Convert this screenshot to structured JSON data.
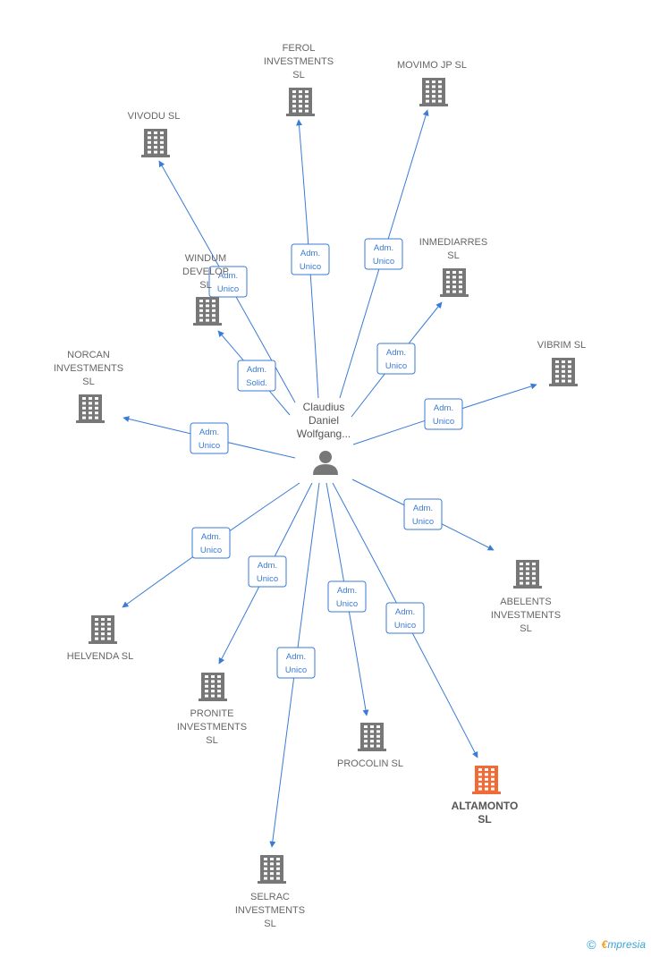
{
  "center": {
    "lines": [
      "Claudius",
      "Daniel",
      "Wolfgang..."
    ],
    "icon": "person-icon",
    "color": "#777777"
  },
  "nodes": [
    {
      "id": "ferol",
      "lines": [
        "FEROL",
        "INVESTMENTS",
        "SL"
      ],
      "icon": "building-icon",
      "color": "#777777"
    },
    {
      "id": "movimo",
      "lines": [
        "MOVIMO JP  SL"
      ],
      "icon": "building-icon",
      "color": "#777777"
    },
    {
      "id": "vivodu",
      "lines": [
        "VIVODU  SL"
      ],
      "icon": "building-icon",
      "color": "#777777"
    },
    {
      "id": "inmediarres",
      "lines": [
        "INMEDIARRES",
        "SL"
      ],
      "icon": "building-icon",
      "color": "#777777"
    },
    {
      "id": "windum",
      "lines": [
        "WINDUM",
        "DEVELOP",
        "SL"
      ],
      "icon": "building-icon",
      "color": "#777777"
    },
    {
      "id": "vibrim",
      "lines": [
        "VIBRIM  SL"
      ],
      "icon": "building-icon",
      "color": "#777777"
    },
    {
      "id": "norcan",
      "lines": [
        "NORCAN",
        "INVESTMENTS",
        "SL"
      ],
      "icon": "building-icon",
      "color": "#777777"
    },
    {
      "id": "abelents",
      "lines": [
        "ABELENTS",
        "INVESTMENTS",
        "SL"
      ],
      "icon": "building-icon",
      "color": "#777777"
    },
    {
      "id": "helvenda",
      "lines": [
        "HELVENDA  SL"
      ],
      "icon": "building-icon",
      "color": "#777777"
    },
    {
      "id": "pronite",
      "lines": [
        "PRONITE",
        "INVESTMENTS",
        "SL"
      ],
      "icon": "building-icon",
      "color": "#777777"
    },
    {
      "id": "procolin",
      "lines": [
        "PROCOLIN  SL"
      ],
      "icon": "building-icon",
      "color": "#777777"
    },
    {
      "id": "altamonto",
      "lines": [
        "ALTAMONTO",
        "SL"
      ],
      "icon": "building-icon",
      "color": "#f26a36",
      "highlight": true
    },
    {
      "id": "selrac",
      "lines": [
        "SELRAC",
        "INVESTMENTS",
        "SL"
      ],
      "icon": "building-icon",
      "color": "#777777"
    }
  ],
  "edges": [
    {
      "to": "ferol",
      "label": [
        "Adm.",
        "Unico"
      ]
    },
    {
      "to": "movimo",
      "label": [
        "Adm.",
        "Unico"
      ]
    },
    {
      "to": "vivodu",
      "label": [
        "Adm.",
        "Unico"
      ]
    },
    {
      "to": "inmediarres",
      "label": [
        "Adm.",
        "Unico"
      ]
    },
    {
      "to": "windum",
      "label": [
        "Adm.",
        "Solid."
      ]
    },
    {
      "to": "vibrim",
      "label": [
        "Adm.",
        "Unico"
      ]
    },
    {
      "to": "norcan",
      "label": [
        "Adm.",
        "Unico"
      ]
    },
    {
      "to": "abelents",
      "label": [
        "Adm.",
        "Unico"
      ]
    },
    {
      "to": "helvenda",
      "label": [
        "Adm.",
        "Unico"
      ]
    },
    {
      "to": "pronite",
      "label": [
        "Adm.",
        "Unico"
      ]
    },
    {
      "to": "procolin",
      "label": [
        "Adm.",
        "Unico"
      ]
    },
    {
      "to": "altamonto",
      "label": [
        "Adm.",
        "Unico"
      ]
    },
    {
      "to": "selrac",
      "label": [
        "Adm.",
        "Unico"
      ]
    }
  ],
  "footer": {
    "copyright": "©",
    "brand_initial": "€",
    "brand_rest": "mpresia"
  },
  "colors": {
    "edge": "#3a7bd5",
    "node": "#777777",
    "highlight": "#f26a36"
  }
}
